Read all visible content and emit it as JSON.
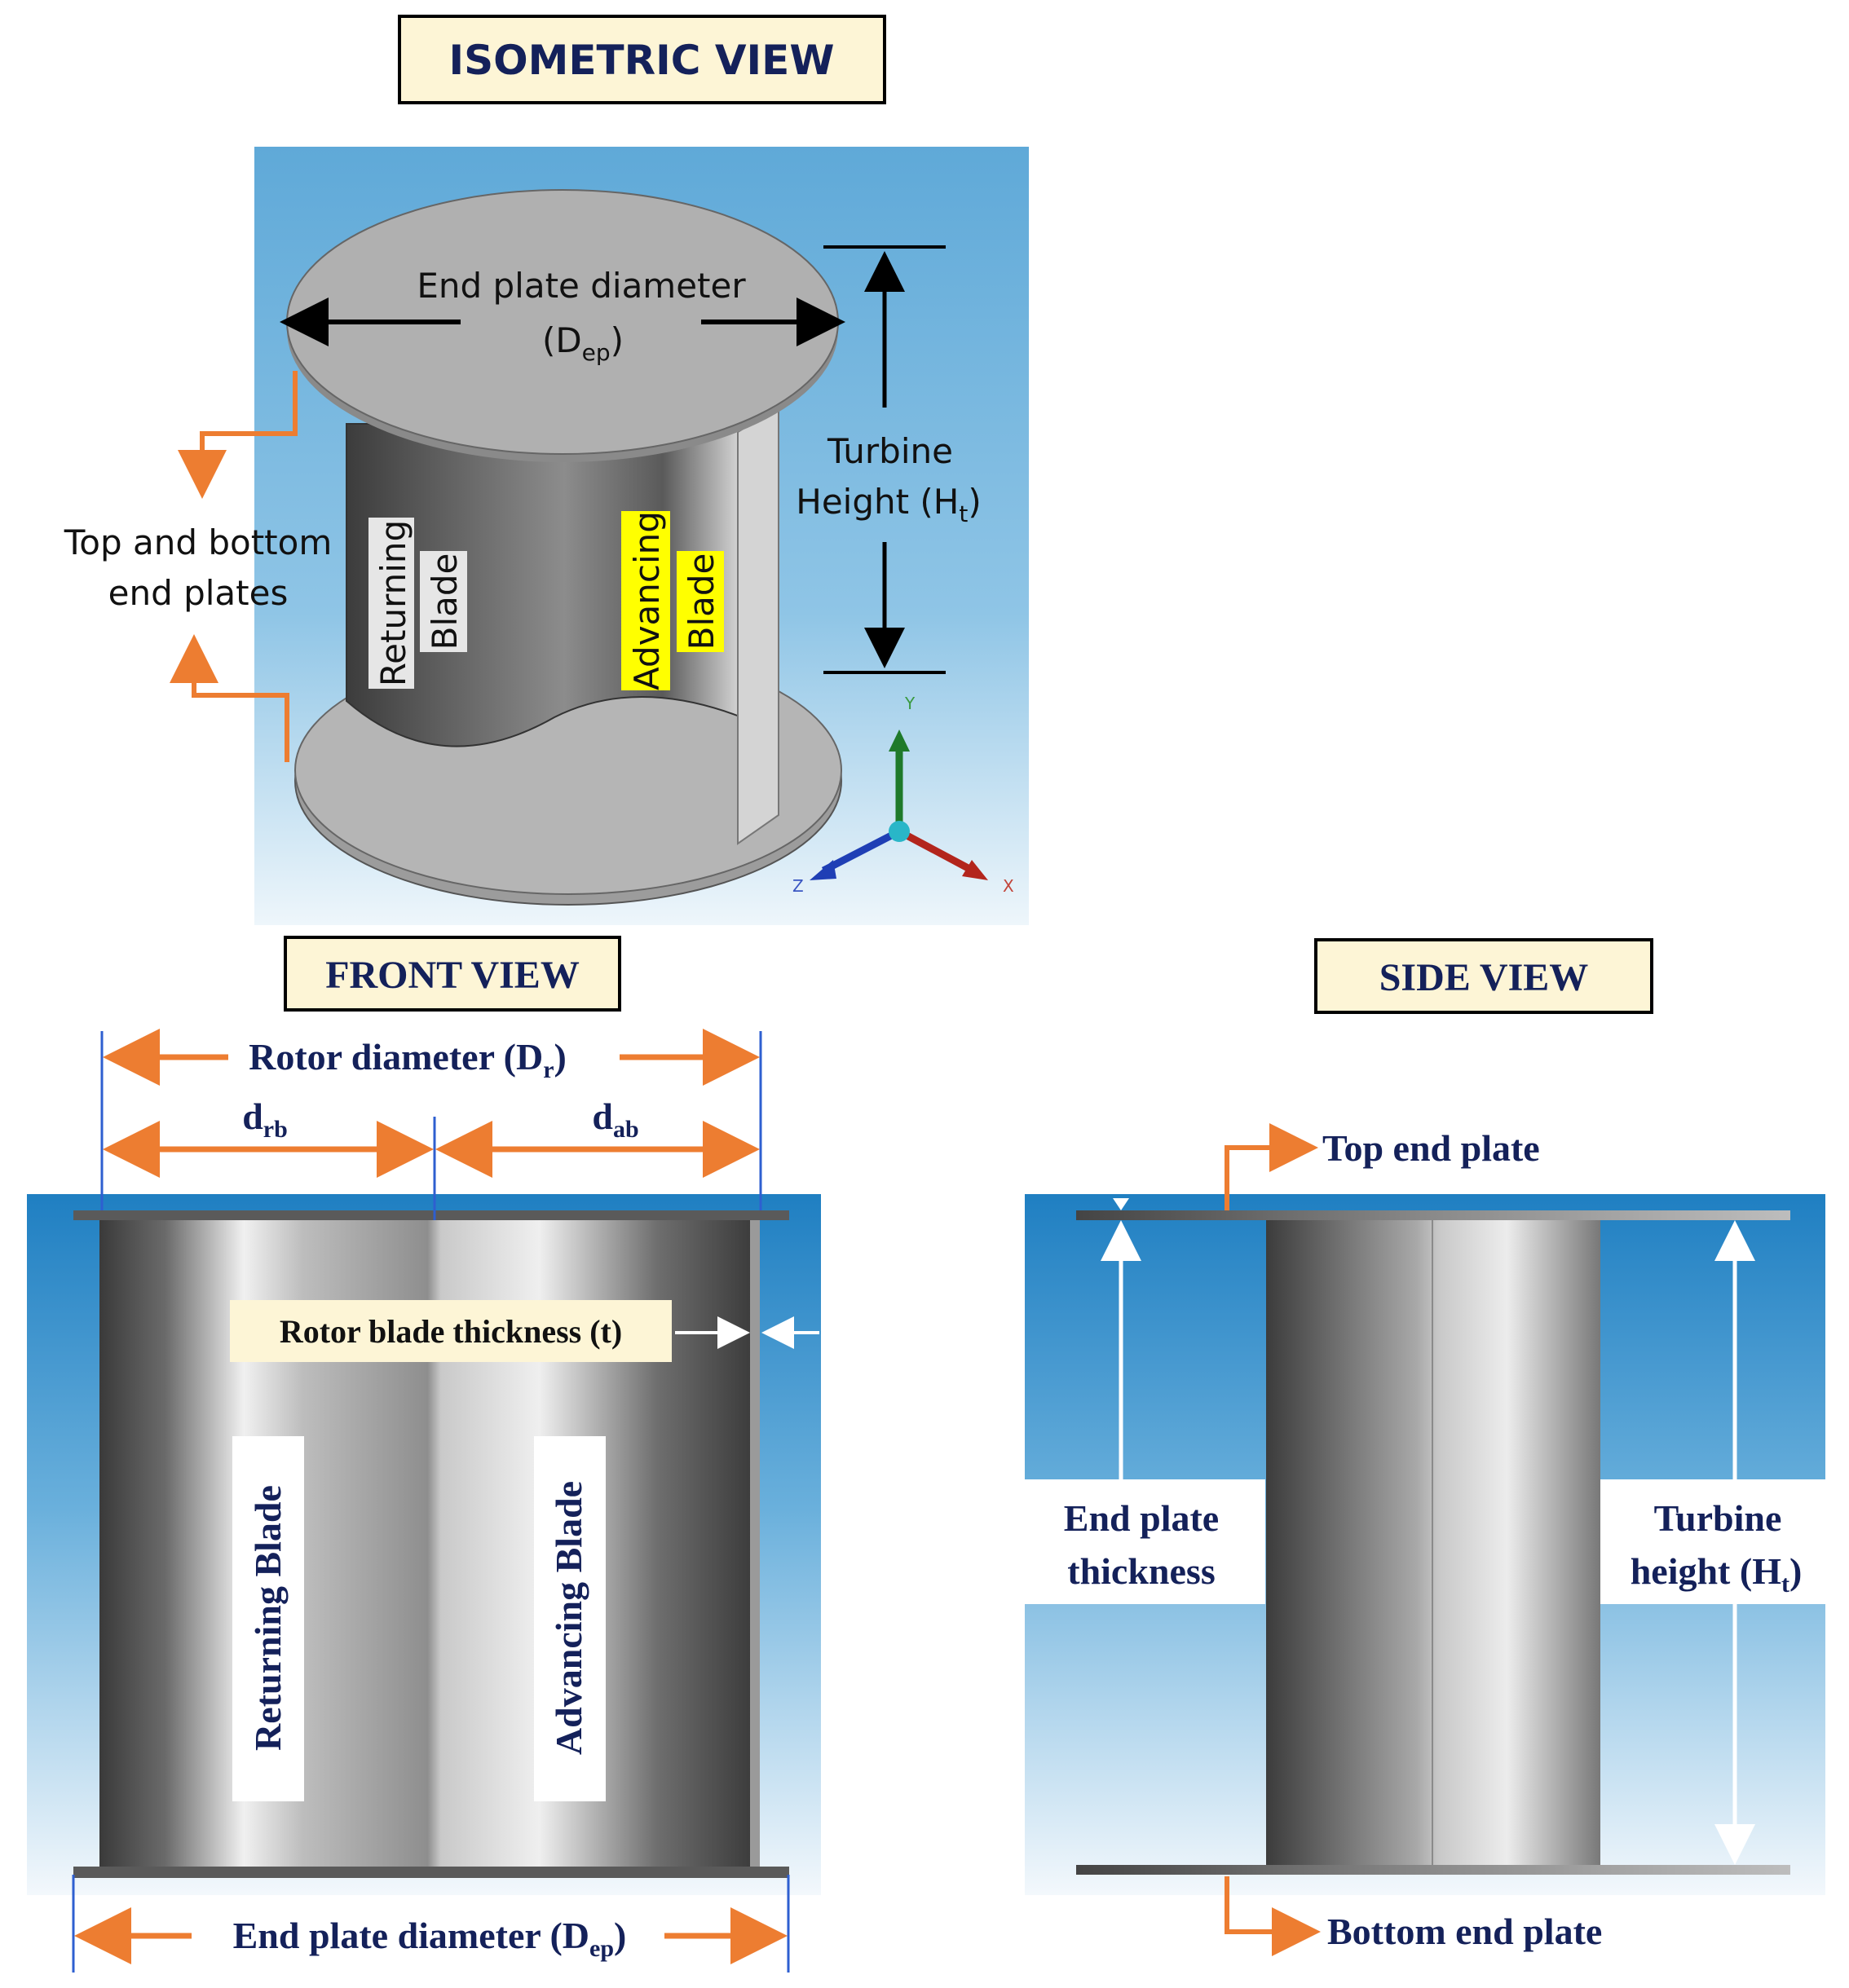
{
  "titles": {
    "isometric": "ISOMETRIC VIEW",
    "front": "FRONT VIEW",
    "side": "SIDE VIEW"
  },
  "isometric": {
    "end_plate_diameter_line1": "End plate diameter",
    "end_plate_diameter_symbol": "(D",
    "end_plate_diameter_sub": "ep",
    "end_plate_diameter_close": ")",
    "turbine_height_line1": "Turbine",
    "turbine_height_line2": "Height (H",
    "turbine_height_sub": "t",
    "turbine_height_close": ")",
    "end_plates_line1": "Top and bottom",
    "end_plates_line2": "end plates",
    "returning_blade_line1": "Returning",
    "returning_blade_line2": "Blade",
    "advancing_blade_line1": "Advancing",
    "advancing_blade_line2": "Blade",
    "axis_y": "Y",
    "axis_x": "X",
    "axis_z": "Z"
  },
  "front": {
    "rotor_diameter": "Rotor diameter (D",
    "rotor_diameter_sub": "r",
    "rotor_diameter_close": ")",
    "d_rb": "d",
    "d_rb_sub": "rb",
    "d_ab": "d",
    "d_ab_sub": "ab",
    "blade_thickness": "Rotor blade thickness (t)",
    "returning_blade": "Returning Blade",
    "advancing_blade": "Advancing Blade",
    "end_plate_diameter": "End plate diameter (D",
    "end_plate_diameter_sub": "ep",
    "end_plate_diameter_close": ")"
  },
  "side": {
    "top_end_plate": "Top end plate",
    "bottom_end_plate": "Bottom end plate",
    "end_plate_thickness_line1": "End plate",
    "end_plate_thickness_line2": "thickness",
    "turbine_height_line1": "Turbine",
    "turbine_height_line2": "height (H",
    "turbine_height_sub": "t",
    "turbine_height_close": ")"
  },
  "colors": {
    "title_box_fill": "#fdf5d6",
    "orange_arrow": "#ed7d31",
    "navy_text": "#14215a",
    "highlight_yellow": "#ffff00",
    "dimension_line": "#2e5fd0"
  }
}
